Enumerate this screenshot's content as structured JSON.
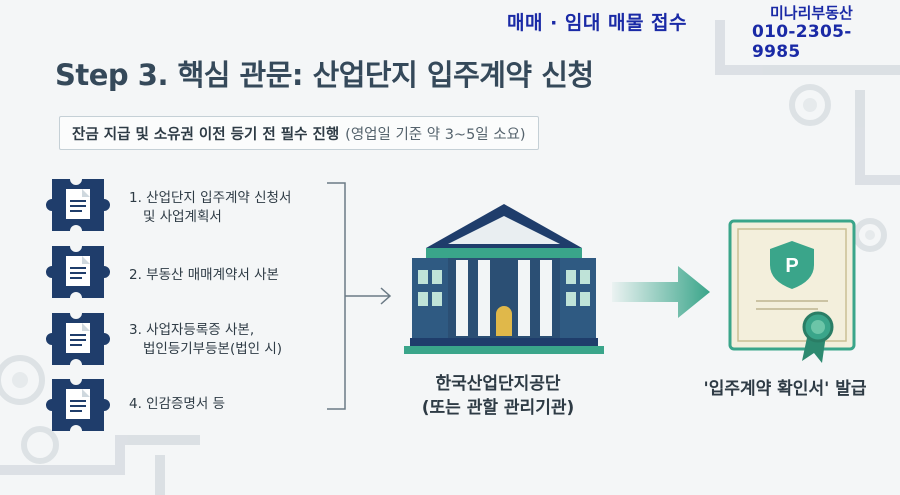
{
  "agency": {
    "ad_text": "매매 · 임대  매물 접수",
    "name": "미나리부동산",
    "phone": "010-2305-9985"
  },
  "title": "Step 3. 핵심 관문: 산업단지 입주계약 신청",
  "subtitle": {
    "main": "잔금 지급 및 소유권 이전 등기 전 필수 진행",
    "note": "(영업일 기준 약 3~5일 소요)"
  },
  "documents": [
    {
      "icon": "document-puzzle-icon",
      "line1": "1. 산업단지 입주계약 신청서",
      "line2": "및 사업계획서"
    },
    {
      "icon": "document-puzzle-icon",
      "line1": "2. 부동산 매매계약서 사본",
      "line2": ""
    },
    {
      "icon": "document-puzzle-icon",
      "line1": "3. 사업자등록증 사본,",
      "line2": "법인등기부등본(법인 시)"
    },
    {
      "icon": "document-puzzle-icon",
      "line1": "4. 인감증명서 등",
      "line2": ""
    }
  ],
  "agency_body": {
    "icon": "government-building-icon",
    "line1": "한국산업단지공단",
    "line2": "(또는 관할 관리기관)"
  },
  "result": {
    "icon": "certificate-icon",
    "label": "'입주계약 확인서' 발급"
  },
  "colors": {
    "navy": "#1f3d6b",
    "teal": "#3aa58a",
    "ad_blue": "#1a2aa6",
    "title": "#35495a"
  }
}
